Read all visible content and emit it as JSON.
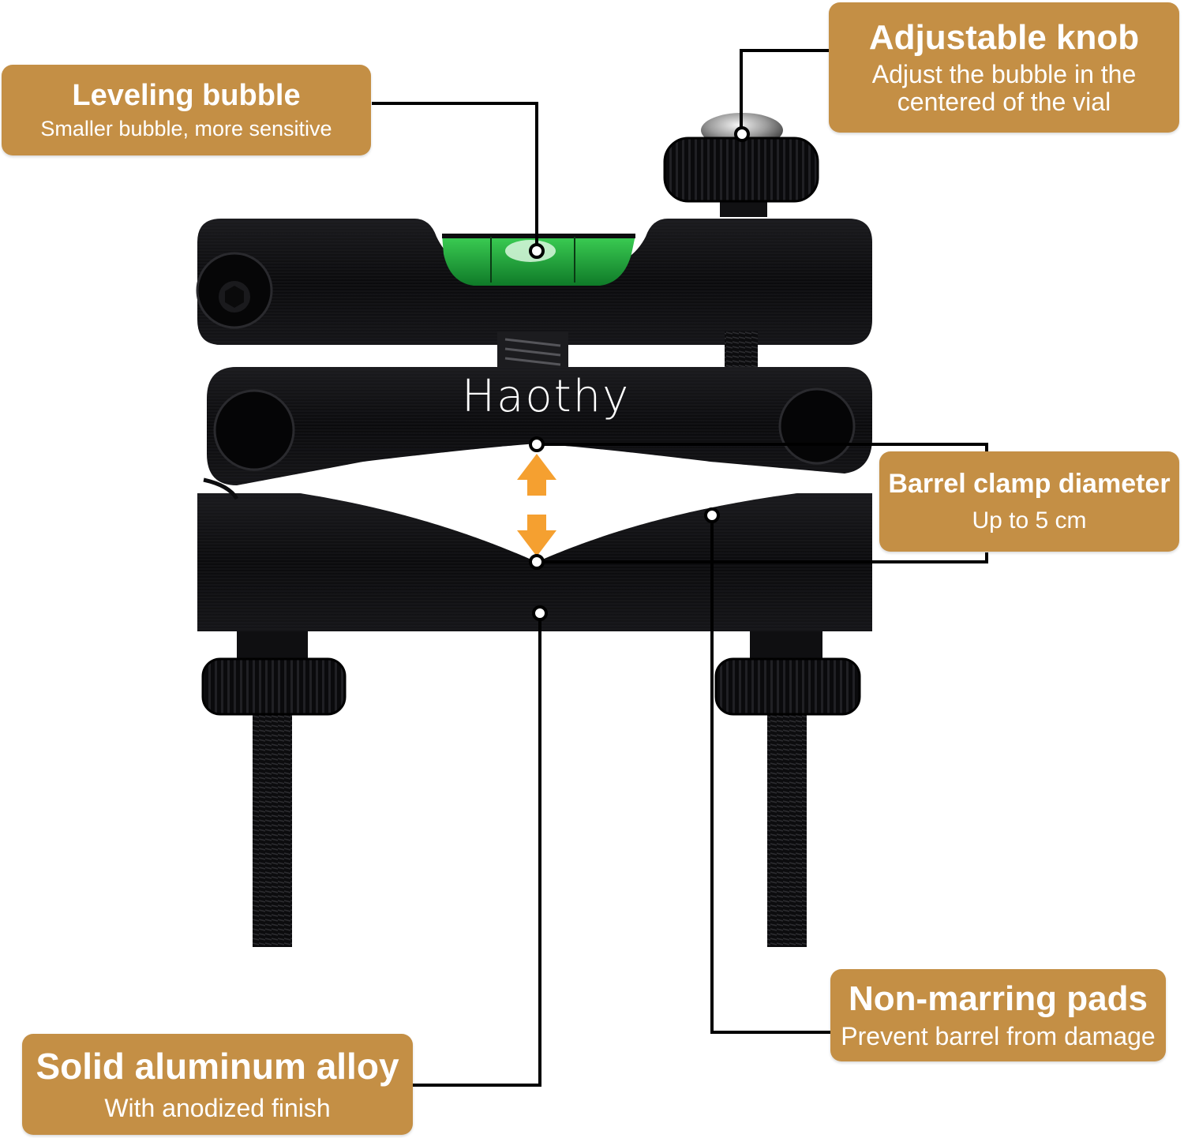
{
  "colors": {
    "callout_bg": "#c48f45",
    "line": "#000000",
    "device": "#0d0d0f",
    "vial": "#1faa3a",
    "arrow": "#f5a030"
  },
  "brand": {
    "logo_text": "Haothy"
  },
  "callouts": {
    "leveling_bubble": {
      "title": "Leveling bubble",
      "description": "Smaller bubble, more sensitive"
    },
    "adjustable_knob": {
      "title": "Adjustable knob",
      "description": "Adjust the bubble in the centered of the vial"
    },
    "barrel_clamp": {
      "title": "Barrel clamp diameter",
      "description": "Up to 5 cm"
    },
    "non_marring_pads": {
      "title": "Non-marring pads",
      "description": "Prevent barrel from damage"
    },
    "aluminum_alloy": {
      "title": "Solid aluminum alloy",
      "description": "With anodized finish"
    }
  }
}
